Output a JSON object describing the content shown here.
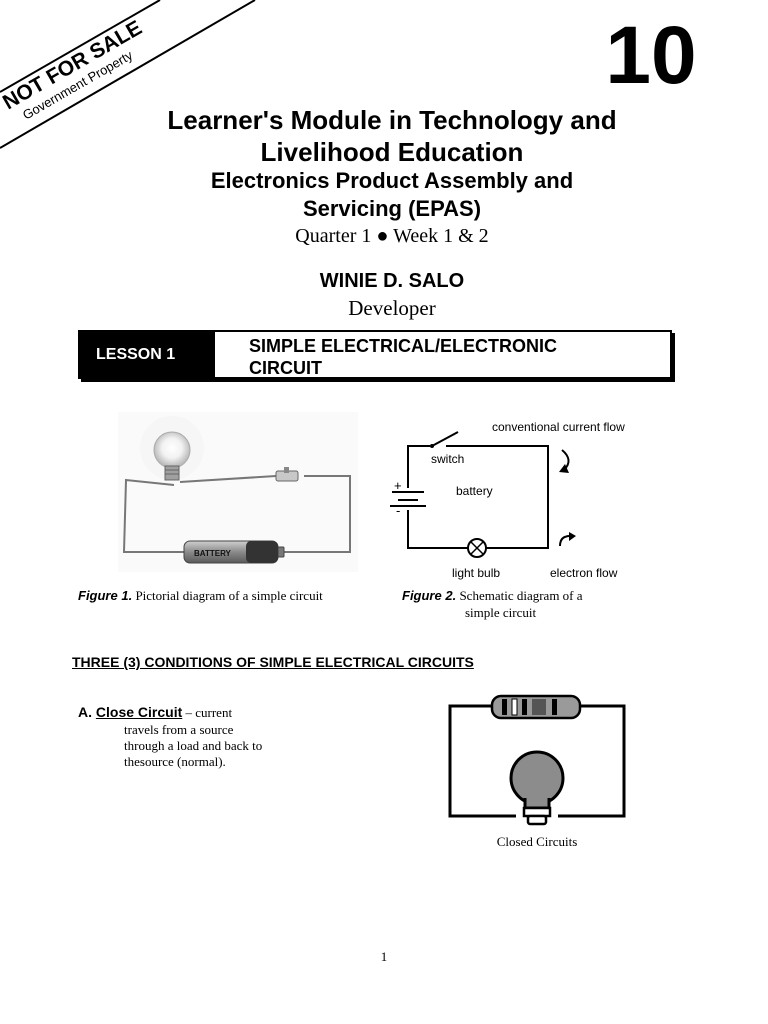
{
  "stamp": {
    "main": "NOT FOR SALE",
    "sub": "Government Property"
  },
  "grade": "10",
  "title": {
    "line1": "Learner's Module in Technology and",
    "line2": "Livelihood Education"
  },
  "subject": {
    "line1": "Electronics Product Assembly and",
    "line2": "Servicing (EPAS)"
  },
  "quarter_week": "Quarter 1 ● Week 1 & 2",
  "developer": {
    "name": "WINIE D. SALO",
    "role": "Developer"
  },
  "lesson": {
    "label": "LESSON 1",
    "title_line1": "SIMPLE ELECTRICAL/ELECTRONIC",
    "title_line2": "CIRCUIT"
  },
  "figure1": {
    "battery_text": "BATTERY",
    "caption_label": "Figure 1.",
    "caption_text": "Pictorial diagram of a simple circuit"
  },
  "figure2": {
    "labels": {
      "conventional": "conventional current flow",
      "switch": "switch",
      "battery": "battery",
      "plus": "+",
      "minus": "-",
      "light_bulb": "light bulb",
      "electron_flow": "electron flow"
    },
    "caption_label": "Figure 2.",
    "caption_line1": "Schematic diagram of a",
    "caption_line2": "simple circuit"
  },
  "conditions_heading": "THREE (3) CONDITIONS OF SIMPLE ELECTRICAL CIRCUITS",
  "condition_a": {
    "letter": "A.",
    "term": "Close Circuit",
    "desc_line1": " – current",
    "desc_line2": "travels from a source",
    "desc_line3": "through a load and back to",
    "desc_line4": "thesource (normal)."
  },
  "figure3": {
    "caption": "Closed Circuits"
  },
  "page_number": "1",
  "colors": {
    "ink": "#000000",
    "paper": "#ffffff",
    "bulb_gray": "#8c8c8c",
    "battery_gray": "#9a9a9a"
  }
}
